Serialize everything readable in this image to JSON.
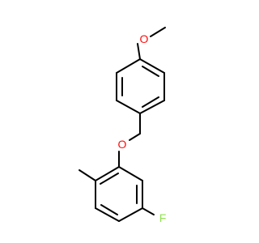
{
  "molecule": {
    "colors": {
      "bond": "#000000",
      "oxygen": "#ff0d0d",
      "fluorine": "#90e050",
      "background": "#ffffff"
    },
    "atoms": {
      "methoxy_oxygen": "O",
      "ether_oxygen": "O",
      "fluorine": "F"
    }
  }
}
